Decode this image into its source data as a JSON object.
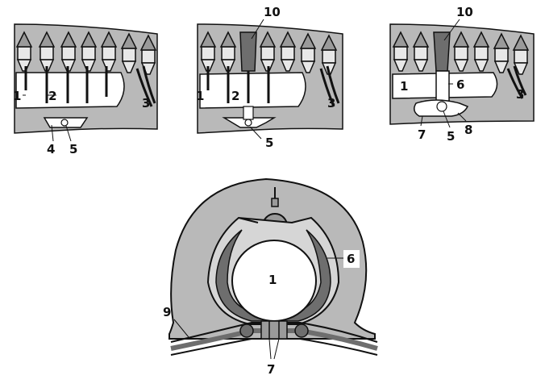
{
  "colors": {
    "body": "#b9b9b9",
    "dark": "#6e6e6e",
    "outline": "#111111",
    "cavity": "#ffffff",
    "spine": "#9a9a9a"
  },
  "panels": {
    "a": {
      "labels": [
        "1",
        "2",
        "3",
        "4",
        "5"
      ]
    },
    "b": {
      "labels": [
        "10",
        "1",
        "2",
        "3",
        "5"
      ]
    },
    "c": {
      "labels": [
        "10",
        "1",
        "6",
        "3",
        "7",
        "5",
        "8"
      ]
    },
    "section": {
      "labels": [
        "1",
        "6",
        "9",
        "7"
      ]
    }
  }
}
